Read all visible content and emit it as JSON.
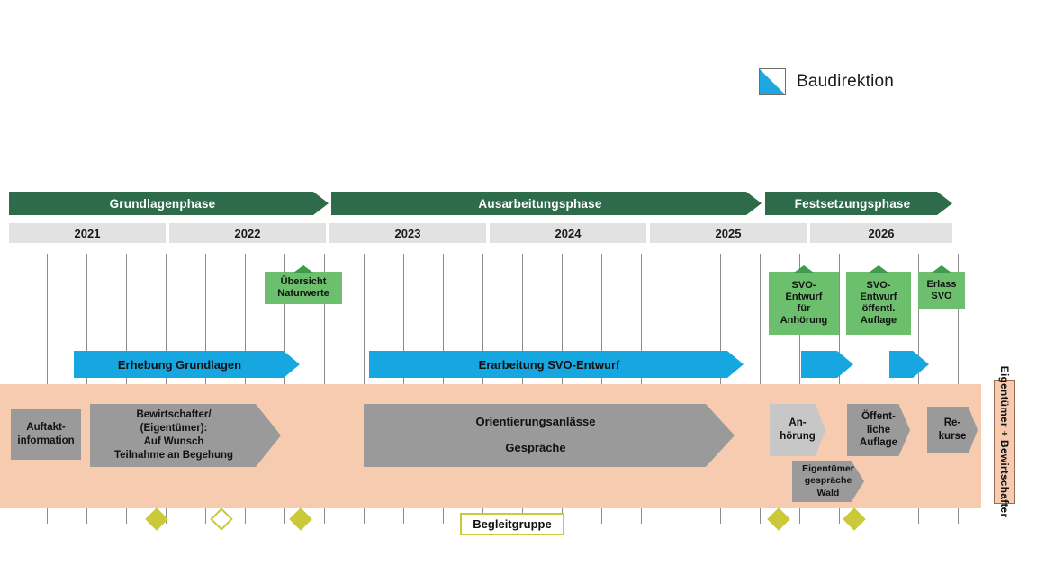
{
  "legend": {
    "icon": "baudirektion-logo-icon",
    "label": "Baudirektion",
    "color": "#17a7e0"
  },
  "timeline": {
    "phases": [
      {
        "label": "Grundlagenphase",
        "color": "#2e6b4a"
      },
      {
        "label": "Ausarbeitungsphase",
        "color": "#2e6b4a"
      },
      {
        "label": "Festsetzungsphase",
        "color": "#2e6b4a"
      }
    ],
    "years": [
      "2021",
      "2022",
      "2023",
      "2024",
      "2025",
      "2026"
    ],
    "band_color": "#f6cbb0"
  },
  "milestones_green": [
    {
      "label": "Übersicht\nNaturwerte",
      "line1": "Übersicht",
      "line2": "Naturwerte",
      "line3": "",
      "line4": ""
    },
    {
      "label": "SVO-Entwurf für Anhörung",
      "line1": "SVO-",
      "line2": "Entwurf",
      "line3": "für",
      "line4": "Anhörung"
    },
    {
      "label": "SVO-Entwurf öffentl. Auflage",
      "line1": "SVO-",
      "line2": "Entwurf",
      "line3": "öffentl.",
      "line4": "Auflage"
    },
    {
      "label": "Erlass SVO",
      "line1": "Erlass",
      "line2": "SVO",
      "line3": "",
      "line4": ""
    }
  ],
  "blue_bars": [
    {
      "label": "Erhebung Grundlagen"
    },
    {
      "label": "Erarbeitung SVO-Entwurf"
    },
    {
      "label": ""
    },
    {
      "label": ""
    }
  ],
  "gray_items": [
    {
      "label": "Auftakt-information",
      "line1": "Auftakt-",
      "line2": "information",
      "line3": "",
      "shape": "rect"
    },
    {
      "label": "Bewirtschafter/ (Eigentümer): Auf Wunsch Teilnahme an Begehung",
      "line1": "Bewirtschafter/",
      "line2": "(Eigentümer):",
      "line3": "Auf Wunsch",
      "line4": "Teilnahme an Begehung",
      "shape": "arrow"
    },
    {
      "label": "Orientierungsanlässe Gespräche",
      "line1": "Orientierungsanlässe",
      "line2": "",
      "line3": "Gespräche",
      "shape": "arrow"
    },
    {
      "label": "An-hörung",
      "line1": "An-",
      "line2": "hörung",
      "shape": "hex"
    },
    {
      "label": "Eigentümer gespräche Wald",
      "line1": "Eigentümer",
      "line2": "gespräche",
      "line3": "Wald",
      "shape": "hex"
    },
    {
      "label": "Öffent-liche Auflage",
      "line1": "Öffent-",
      "line2": "liche",
      "line3": "Auflage",
      "shape": "hex"
    },
    {
      "label": "Re-kurse",
      "line1": "Re-",
      "line2": "kurse",
      "shape": "hex"
    }
  ],
  "side_label": {
    "label": "Eigentümer + Bewirtschafter"
  },
  "bottom": {
    "begleitgruppe": "Begleitgruppe",
    "diamond_color": "#c9c93a",
    "diamonds": [
      {
        "type": "filled"
      },
      {
        "type": "hollow"
      },
      {
        "type": "filled"
      },
      {
        "type": "filled"
      },
      {
        "type": "filled"
      }
    ]
  }
}
